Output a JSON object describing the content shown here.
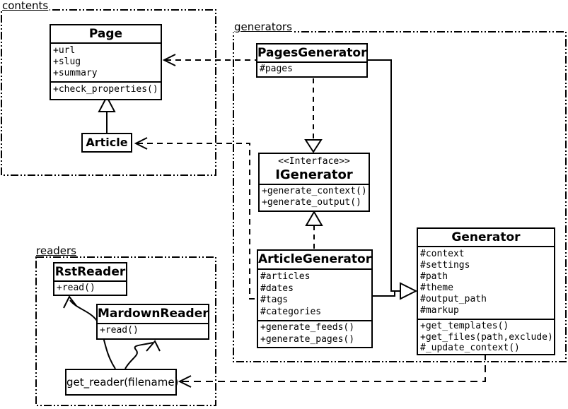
{
  "diagram": {
    "packages": {
      "contents": {
        "label": "contents"
      },
      "generators": {
        "label": "generators"
      },
      "readers": {
        "label": "readers"
      }
    },
    "classes": {
      "page": {
        "title": "Page",
        "attributes": [
          "+url",
          "+slug",
          "+summary"
        ],
        "methods": [
          "+check_properties()"
        ]
      },
      "article": {
        "title": "Article"
      },
      "pages_generator": {
        "title": "PagesGenerator",
        "attributes": [
          "#pages"
        ]
      },
      "igenerator": {
        "stereotype": "<<Interface>>",
        "title": "IGenerator",
        "methods": [
          "+generate_context()",
          "+generate_output()"
        ]
      },
      "article_generator": {
        "title": "ArticleGenerator",
        "attributes": [
          "#articles",
          "#dates",
          "#tags",
          "#categories"
        ],
        "methods": [
          "+generate_feeds()",
          "+generate_pages()"
        ]
      },
      "generator": {
        "title": "Generator",
        "attributes": [
          "#context",
          "#settings",
          "#path",
          "#theme",
          "#output_path",
          "#markup"
        ],
        "methods": [
          "+get_templates()",
          "+get_files(path,exclude)",
          "#_update_context()"
        ]
      },
      "rst_reader": {
        "title": "RstReader",
        "methods": [
          "+read()"
        ]
      },
      "mardown_reader": {
        "title": "MardownReader",
        "methods": [
          "+read()"
        ]
      },
      "get_reader": {
        "title": "get_reader(filename)"
      }
    },
    "relationships": [
      {
        "type": "inheritance",
        "from": "Article",
        "to": "Page"
      },
      {
        "type": "realization",
        "from": "PagesGenerator",
        "to": "IGenerator"
      },
      {
        "type": "realization",
        "from": "ArticleGenerator",
        "to": "IGenerator"
      },
      {
        "type": "inheritance",
        "from": "PagesGenerator",
        "to": "Generator"
      },
      {
        "type": "inheritance",
        "from": "ArticleGenerator",
        "to": "Generator"
      },
      {
        "type": "dependency",
        "from": "PagesGenerator",
        "to": "Page"
      },
      {
        "type": "dependency",
        "from": "ArticleGenerator",
        "to": "Article"
      },
      {
        "type": "dependency",
        "from": "Generator",
        "to": "get_reader(filename)"
      },
      {
        "type": "call",
        "from": "get_reader(filename)",
        "to": "RstReader"
      },
      {
        "type": "call",
        "from": "get_reader(filename)",
        "to": "MardownReader"
      }
    ],
    "colors": {
      "line": "#000000",
      "background": "#ffffff"
    }
  }
}
